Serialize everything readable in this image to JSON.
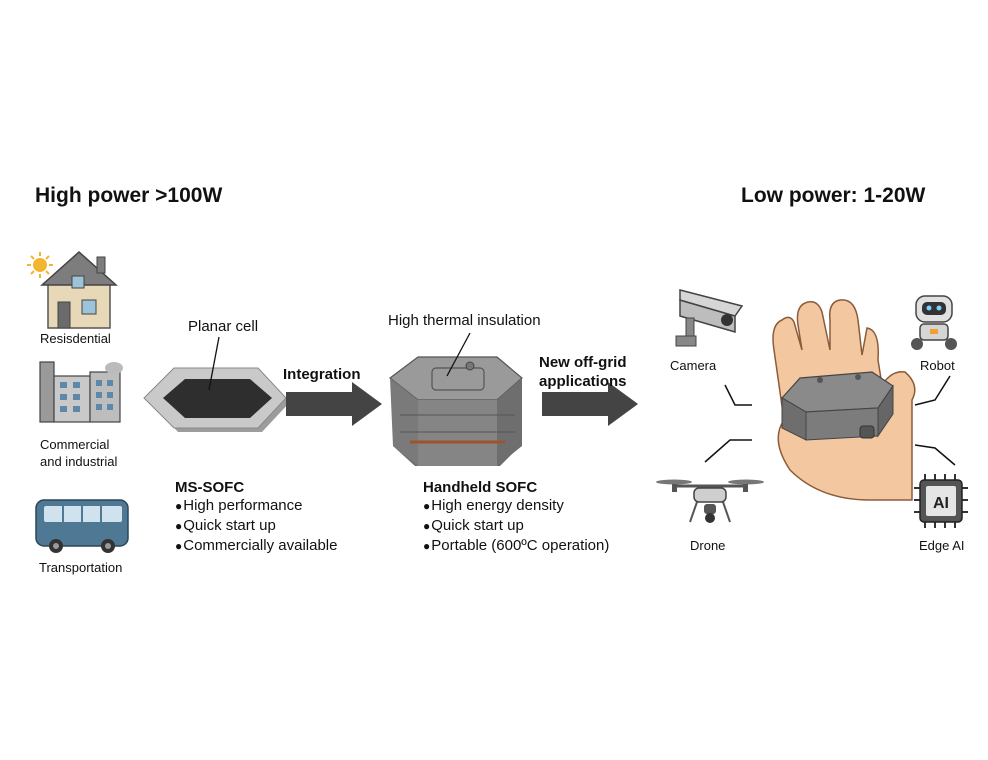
{
  "headings": {
    "left": "High power >100W",
    "right": "Low power: 1-20W"
  },
  "left_sectors": {
    "residential": "Resisdential",
    "commercial_line1": "Commercial",
    "commercial_line2": "and industrial",
    "transportation": "Transportation"
  },
  "planar": {
    "label": "Planar cell",
    "title": "MS-SOFC",
    "bullets": [
      "High performance",
      "Quick start up",
      "Commercially available"
    ]
  },
  "arrows": {
    "integration": "Integration",
    "offgrid_line1": "New off-grid",
    "offgrid_line2": "applications"
  },
  "handheld": {
    "label": "High thermal insulation",
    "title": "Handheld SOFC",
    "bullets": [
      "High energy density",
      "Quick start up",
      "Portable (600ºC operation)"
    ]
  },
  "applications": {
    "camera": "Camera",
    "robot": "Robot",
    "drone": "Drone",
    "edge_ai": "Edge AI",
    "ai_chip_text": "AI"
  }
}
